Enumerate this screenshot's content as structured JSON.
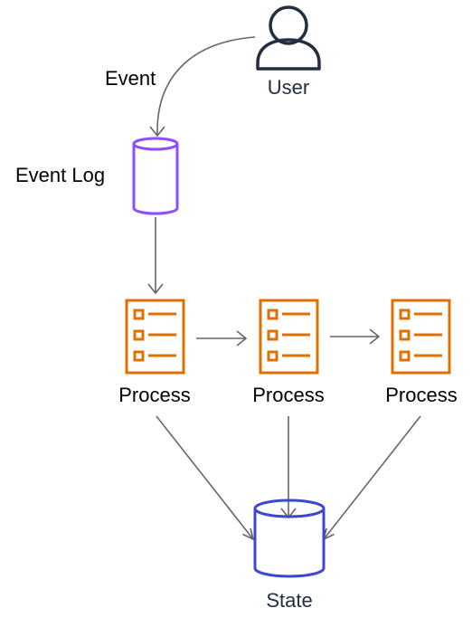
{
  "nodes": {
    "user": {
      "label": "User",
      "icon": "user-icon"
    },
    "event_log": {
      "label": "Event Log",
      "icon": "database-cylinder-icon"
    },
    "processes": [
      {
        "label": "Process",
        "icon": "list-document-icon"
      },
      {
        "label": "Process",
        "icon": "list-document-icon"
      },
      {
        "label": "Process",
        "icon": "list-document-icon"
      }
    ],
    "state": {
      "label": "State",
      "icon": "database-cylinder-icon"
    }
  },
  "edges": {
    "user_to_log": {
      "label": "Event"
    }
  },
  "colors": {
    "user": "#232f3e",
    "event_log": "#8c4fff",
    "process": "#e07000",
    "state": "#3d48d1",
    "edge": "#666666"
  }
}
